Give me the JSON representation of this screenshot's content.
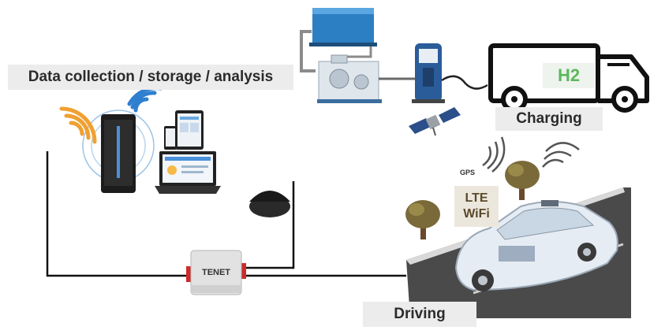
{
  "labels": {
    "data_collection": "Data collection / storage / analysis",
    "charging": "Charging",
    "driving": "Driving",
    "h2": "H2",
    "lte": "LTE",
    "wifi": "WiFi",
    "gps": "GPS",
    "device_brand": "TENET"
  },
  "colors": {
    "wifi_orange": "#f0a030",
    "wifi_blue": "#2f7fd0",
    "h2_green": "#5cb85c",
    "road": "#4a4a4a",
    "truck_outline": "#111111"
  }
}
